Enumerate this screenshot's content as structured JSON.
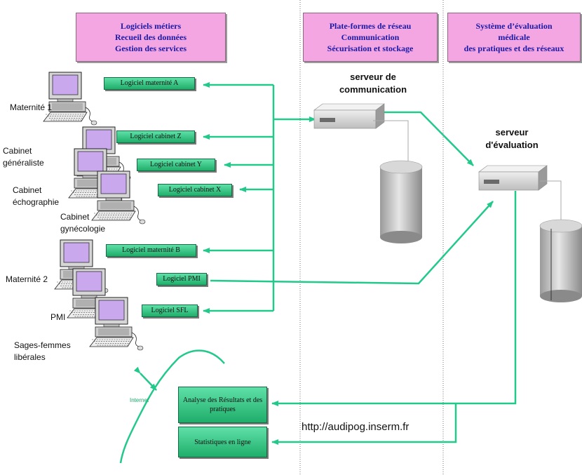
{
  "headers": [
    {
      "lines": [
        "Logiciels métiers",
        "Recueil des données",
        "Gestion des services"
      ]
    },
    {
      "lines": [
        "Plate-formes de réseau",
        "Communication",
        "Sécurisation  et stockage"
      ]
    },
    {
      "lines": [
        "Système d’évaluation",
        "médicale",
        "des pratiques et des réseaux"
      ]
    }
  ],
  "sites": [
    {
      "label": "Maternité 1"
    },
    {
      "label": "Cabinet généraliste"
    },
    {
      "label": "Cabinet échographie"
    },
    {
      "label": "Cabinet gynécologie"
    },
    {
      "label": "Maternité 2"
    },
    {
      "label": "PMI"
    },
    {
      "label": "Sages-femmes libérales"
    }
  ],
  "software": [
    {
      "label": "Logiciel maternité A"
    },
    {
      "label": "Logiciel cabinet Z"
    },
    {
      "label": "Logiciel cabinet Y"
    },
    {
      "label": "Logiciel cabinet X"
    },
    {
      "label": "Logiciel maternité B"
    },
    {
      "label": "Logiciel PMI"
    },
    {
      "label": "Logiciel  SFL"
    }
  ],
  "servers": {
    "communication": "serveur de communication",
    "evaluation": "serveur d'évaluation"
  },
  "outputs": {
    "analysis": "Analyse des Résultats et des pratiques",
    "stats": "Statistiques en ligne"
  },
  "url": "http://audipog.inserm.fr",
  "internet_label": "Internet",
  "colors": {
    "arrow": "#22c98a",
    "header_bg": "#f4a6e2",
    "header_text": "#1a1aa8",
    "box_green": "#2fbf7c",
    "monitor_screen": "#c9a8ee"
  }
}
